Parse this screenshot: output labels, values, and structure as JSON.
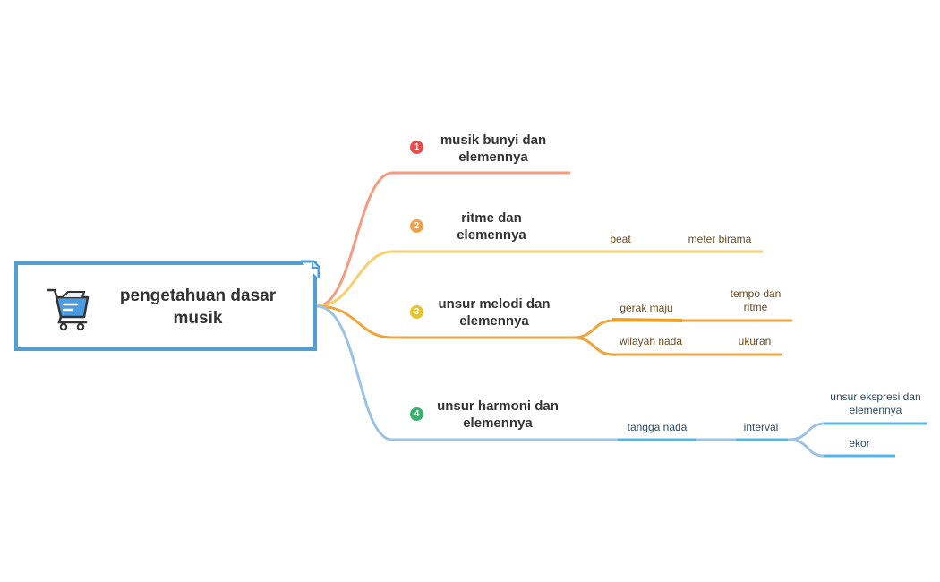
{
  "central": {
    "title": "pengetahuan dasar musik",
    "icon": "shopping-cart-icon"
  },
  "colors": {
    "central_border": "#4f9fd4",
    "branch1": "#f59b80",
    "branch2": "#f7cf6e",
    "branch3": "#f0a43c",
    "branch4": "#9cc3e4",
    "badge1": "#ea4a4a",
    "badge2": "#f2a14a",
    "badge3": "#e8c42a",
    "badge4": "#34b36e",
    "sub_accent_blue": "#4fb8ea",
    "sub_accent_orange": "#f0a020"
  },
  "topics": [
    {
      "num": "1",
      "label": "musik bunyi dan elemennya",
      "subtopics": []
    },
    {
      "num": "2",
      "label": "ritme dan elemennya",
      "subtopics": [
        "beat",
        "meter birama"
      ]
    },
    {
      "num": "3",
      "label": "unsur melodi dan elemennya",
      "subtopics": [
        "gerak maju",
        "tempo dan ritme",
        "wilayah nada",
        "ukuran"
      ]
    },
    {
      "num": "4",
      "label": "unsur harmoni dan elemennya",
      "subtopics": [
        "tangga nada",
        "interval",
        "unsur ekspresi dan elemennya",
        "ekor"
      ]
    }
  ]
}
